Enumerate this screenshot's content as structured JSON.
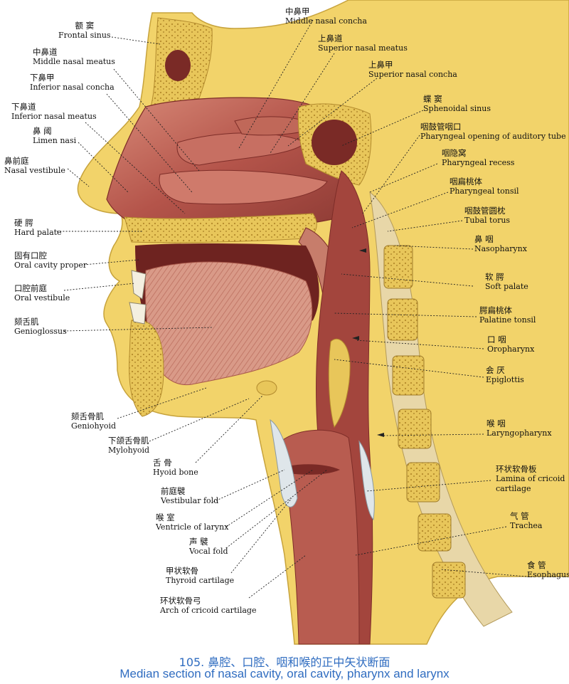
{
  "labels": {
    "frontal_sinus": {
      "zh": "额  窦",
      "en": "Frontal sinus"
    },
    "middle_nasal_meatus": {
      "zh": "中鼻道",
      "en": "Middle nasal meatus"
    },
    "inferior_nasal_concha": {
      "zh": "下鼻甲",
      "en": "Inferior nasal concha"
    },
    "inferior_nasal_meatus": {
      "zh": "下鼻道",
      "en": "Inferior nasal meatus"
    },
    "limen_nasi": {
      "zh": "鼻  阈",
      "en": "Limen nasi"
    },
    "nasal_vestibule": {
      "zh": "鼻前庭",
      "en": "Nasal vestibule"
    },
    "hard_palate": {
      "zh": "硬  腭",
      "en": "Hard palate"
    },
    "oral_cavity_proper": {
      "zh": "固有口腔",
      "en": "Oral cavity proper"
    },
    "oral_vestibule": {
      "zh": "口腔前庭",
      "en": "Oral vestibule"
    },
    "genioglossus": {
      "zh": "颏舌肌",
      "en": "Genioglossus"
    },
    "geniohyoid": {
      "zh": "颏舌骨肌",
      "en": "Geniohyoid"
    },
    "mylohyoid": {
      "zh": "下颌舌骨肌",
      "en": "Mylohyoid"
    },
    "hyoid_bone": {
      "zh": "舌  骨",
      "en": "Hyoid bone"
    },
    "vestibular_fold": {
      "zh": "前庭襞",
      "en": "Vestibular fold"
    },
    "ventricle_of_larynx": {
      "zh": "喉  室",
      "en": "Ventricle of larynx"
    },
    "vocal_fold": {
      "zh": "声  襞",
      "en": "Vocal fold"
    },
    "thyroid_cartilage": {
      "zh": "甲状软骨",
      "en": "Thyroid cartilage"
    },
    "arch_of_cricoid": {
      "zh": "环状软骨弓",
      "en": "Arch of cricoid cartilage"
    },
    "middle_nasal_concha": {
      "zh": "中鼻甲",
      "en": "Middle nasal concha"
    },
    "superior_nasal_meatus": {
      "zh": "上鼻道",
      "en": "Superior nasal meatus"
    },
    "superior_nasal_concha": {
      "zh": "上鼻甲",
      "en": "Superior nasal concha"
    },
    "sphenoidal_sinus": {
      "zh": "蝶  窦",
      "en": "Sphenoidal sinus"
    },
    "pharyngeal_opening": {
      "zh": "咽鼓管咽口",
      "en": "Pharyngeal opening of auditory tube"
    },
    "pharyngeal_recess": {
      "zh": "咽隐窝",
      "en": "Pharyngeal recess"
    },
    "pharyngeal_tonsil": {
      "zh": "咽扁桃体",
      "en": "Pharyngeal tonsil"
    },
    "tubal_torus": {
      "zh": "咽鼓管圆枕",
      "en": "Tubal torus"
    },
    "nasopharynx": {
      "zh": "鼻  咽",
      "en": "Nasopharynx"
    },
    "soft_palate": {
      "zh": "软  腭",
      "en": "Soft palate"
    },
    "palatine_tonsil": {
      "zh": "腭扁桃体",
      "en": "Palatine tonsil"
    },
    "oropharynx": {
      "zh": "口  咽",
      "en": "Oropharynx"
    },
    "epiglottis": {
      "zh": "会  厌",
      "en": "Epiglottis"
    },
    "laryngopharynx": {
      "zh": "喉  咽",
      "en": "Laryngopharynx"
    },
    "lamina_of_cricoid": {
      "zh": "环状软骨板",
      "en": "Lamina of cricoid",
      "en2": "cartilage"
    },
    "trachea": {
      "zh": "气  管",
      "en": "Trachea"
    },
    "esophagus": {
      "zh": "食  管",
      "en": "Esophagus"
    }
  },
  "caption": {
    "zh": "105. 鼻腔、口腔、咽和喉的正中矢状断面",
    "en": "Median section of nasal cavity, oral cavity, pharynx and larynx"
  },
  "colors": {
    "skin": "#f2d36a",
    "bone": "#e8c65a",
    "mucosa": "#b4544a",
    "muscle": "#c9786a",
    "cavity": "#8a2f2c",
    "caption": "#2f6cc0"
  }
}
